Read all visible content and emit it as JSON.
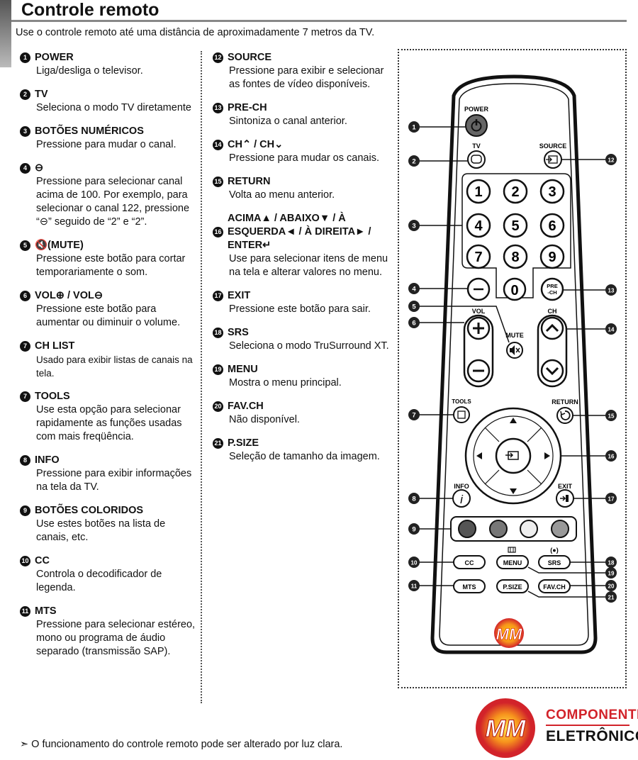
{
  "title": "Controle remoto",
  "intro": "Use o controle remoto até uma distância de aproximadamente 7 metros da TV.",
  "items_left": [
    {
      "num": "1",
      "label": "POWER",
      "desc": "Liga/desliga o televisor."
    },
    {
      "num": "2",
      "label": "TV",
      "desc": "Seleciona o modo TV diretamente"
    },
    {
      "num": "3",
      "label": "BOTÕES NUMÉRICOS",
      "desc": "Pressione para mudar o canal."
    },
    {
      "num": "4",
      "label": "⊖",
      "desc": "Pressione para selecionar canal acima de 100. Por exemplo, para selecionar o canal 122, pressione “⊖” seguido de “2” e “2”."
    },
    {
      "num": "5",
      "label": "🔇(MUTE)",
      "desc": "Pressione este botão para cortar temporariamente o som."
    },
    {
      "num": "6",
      "label": "VOL⊕ / VOL⊖",
      "desc": "Pressione este botão para aumentar ou diminuir o volume."
    },
    {
      "num": "7",
      "label": "CH LIST",
      "desc": "Usado para exibir listas de canais na tela."
    },
    {
      "num": "7",
      "label": "TOOLS",
      "desc": "Use esta opção para selecionar rapidamente as funções usadas com mais freqüência."
    },
    {
      "num": "8",
      "label": "INFO",
      "desc": "Pressione para exibir informações na tela da TV."
    },
    {
      "num": "9",
      "label": "BOTÕES COLORIDOS",
      "desc": "Use estes botões na lista de canais, etc."
    },
    {
      "num": "10",
      "label": "CC",
      "desc": "Controla o decodificador de legenda."
    },
    {
      "num": "11",
      "label": "MTS",
      "desc": "Pressione para selecionar estéreo, mono ou programa de áudio separado (transmissão SAP)."
    }
  ],
  "items_right": [
    {
      "num": "12",
      "label": "SOURCE",
      "desc": "Pressione para exibir e selecionar as fontes de vídeo disponíveis."
    },
    {
      "num": "13",
      "label": "PRE-CH",
      "desc": "Sintoniza o canal anterior."
    },
    {
      "num": "14",
      "label": "CH⌃ / CH⌄",
      "desc": "Pressione para mudar os canais."
    },
    {
      "num": "15",
      "label": "RETURN",
      "desc": "Volta ao menu anterior."
    },
    {
      "num": "16",
      "label": "ACIMA▲ / ABAIXO▼ / À ESQUERDA◄ / À DIREITA► / ENTER↵",
      "desc": "Use para selecionar itens de menu na tela e alterar valores no menu."
    },
    {
      "num": "17",
      "label": "EXIT",
      "desc": "Pressione este botão para sair."
    },
    {
      "num": "18",
      "label": "SRS",
      "desc": "Seleciona o modo TruSurround XT."
    },
    {
      "num": "19",
      "label": "MENU",
      "desc": "Mostra o menu principal."
    },
    {
      "num": "20",
      "label": "FAV.CH",
      "desc": "Não disponível."
    },
    {
      "num": "21",
      "label": "P.SIZE",
      "desc": "Seleção de tamanho da imagem."
    }
  ],
  "footer": "➣ O funcionamento do controle remoto pode ser alterado por luz clara.",
  "remote": {
    "power": "POWER",
    "tv": "TV",
    "source": "SOURCE",
    "digits": [
      "1",
      "2",
      "3",
      "4",
      "5",
      "6",
      "7",
      "8",
      "9"
    ],
    "zero": "0",
    "prech": "PRE-CH",
    "vol": "VOL",
    "ch": "CH",
    "mute": "MUTE",
    "tools": "TOOLS",
    "return": "RETURN",
    "info": "INFO",
    "info_glyph": "i",
    "exit": "EXIT",
    "cc": "CC",
    "menu": "MENU",
    "srs": "SRS",
    "mts": "MTS",
    "psize": "P.SIZE",
    "favch": "FAV.CH",
    "logo": "MM",
    "callouts": [
      "1",
      "2",
      "3",
      "4",
      "5",
      "6",
      "7",
      "8",
      "9",
      "10",
      "11",
      "12",
      "13",
      "14",
      "15",
      "16",
      "17",
      "18",
      "19",
      "20",
      "21"
    ],
    "color_keys": [
      "#555555",
      "#777777",
      "#eeeeee",
      "#999999"
    ]
  },
  "brand": {
    "logo": "MM",
    "line1": "COMPONENTES",
    "line2": "ELETRÔNICOS"
  }
}
